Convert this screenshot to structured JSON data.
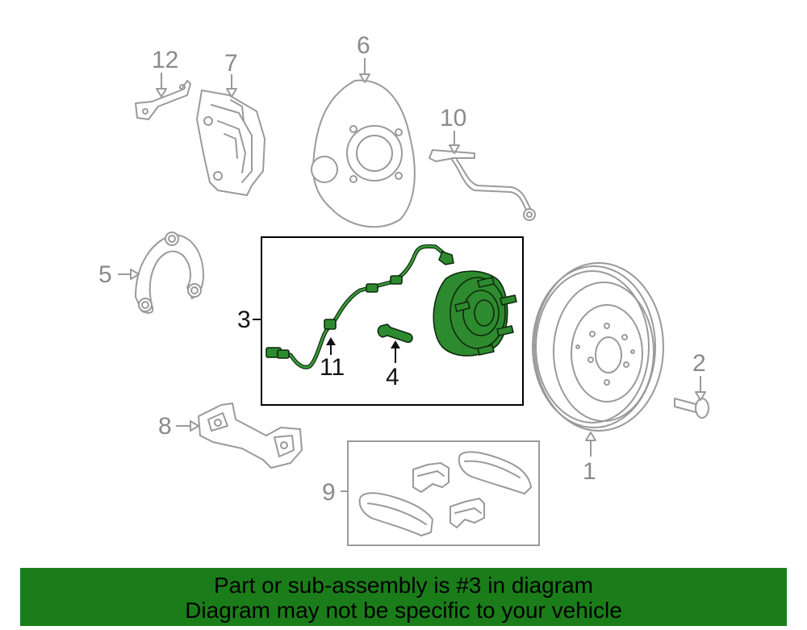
{
  "callouts": {
    "n1": "1",
    "n2": "2",
    "n3": "3",
    "n4": "4",
    "n5": "5",
    "n6": "6",
    "n7": "7",
    "n8": "8",
    "n9": "9",
    "n10": "10",
    "n11": "11",
    "n12": "12"
  },
  "banner": {
    "line1": "Part or sub-assembly is #3 in diagram",
    "line2": "Diagram may not be specific to your vehicle"
  },
  "colors": {
    "highlight": "#2e8a2e",
    "banner": "#1b7d1a",
    "line_gray": "#9a9a9a"
  }
}
